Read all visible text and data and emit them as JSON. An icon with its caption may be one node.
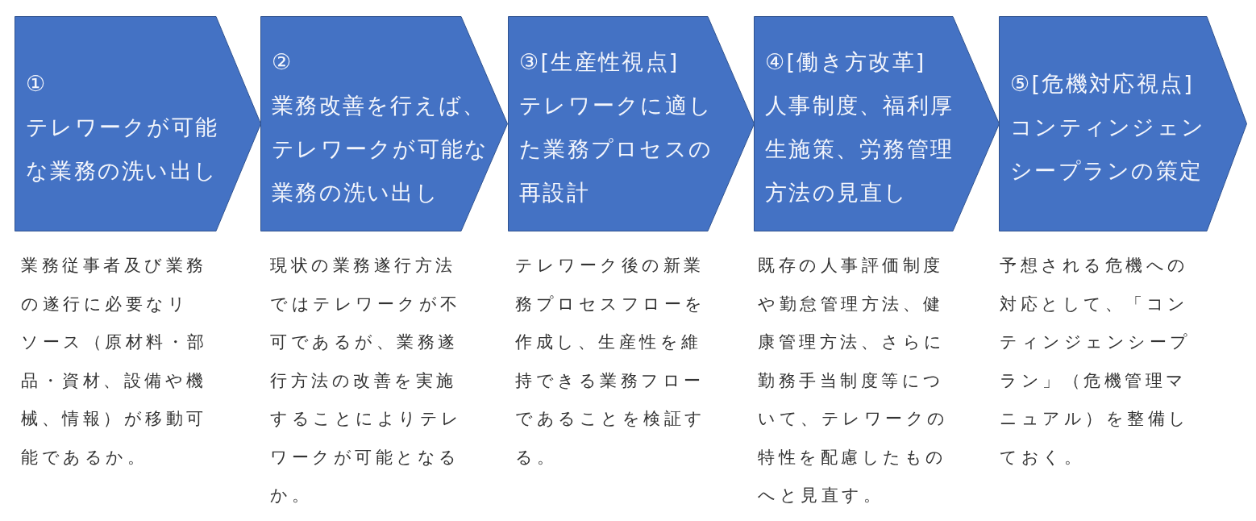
{
  "diagram": {
    "nodes": [
      {
        "text": [
          "①",
          "テレワークが可能な業務の洗い出し"
        ],
        "beside": [
          "業務従事者及び業務の遂行に必要なリソース（原材料・部品・資材、設備や機械、情報）が移動可能であるか。"
        ]
      },
      {
        "text": [
          "②",
          "業務改善を行えば、テレワークが可能な業務の洗い出し"
        ],
        "beside": [
          "現状の業務遂行方法ではテレワークが不可であるが、業務遂行方法の改善を実施することによりテレワークが可能となるか。"
        ]
      },
      {
        "text": [
          "③[生産性視点]",
          "テレワークに適した業務プロセスの再設計"
        ],
        "beside": [
          "テレワーク後の新業務プロセスフローを作成し、生産性を維持できる業務フローであることを検証する。"
        ]
      },
      {
        "text": [
          "④[働き方改革]",
          "人事制度、福利厚生施策、労務管理方法の見直し"
        ],
        "beside": [
          "既存の人事評価制度や勤怠管理方法、健康管理方法、さらに勤務手当制度等について、テレワークの特性を配慮したものへと見直す。"
        ]
      },
      {
        "text": [
          "⑤[危機対応視点]",
          "コンティンジェンシープランの策定"
        ],
        "beside": [
          "予想される危機への対応として、「コンティンジェンシープラン」（危機管理マニュアル）を整備しておく。"
        ]
      }
    ]
  }
}
